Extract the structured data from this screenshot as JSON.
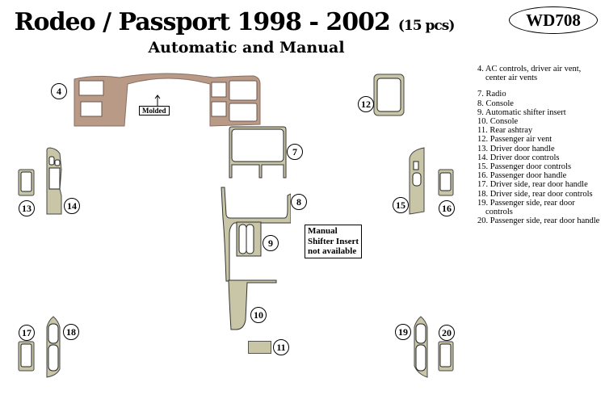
{
  "header": {
    "title": "Rodeo / Passport  1998 - 2002",
    "piece_count": "(15 pcs)",
    "subtitle": "Automatic and Manual",
    "kit_code": "WD708"
  },
  "legend": {
    "items": [
      "4. AC controls, driver air vent, center air vents",
      "7. Radio",
      "8. Console",
      "9. Automatic shifter insert",
      "10. Console",
      "11. Rear ashtray",
      "12. Passenger air vent",
      "13. Driver door handle",
      "14. Driver door controls",
      "15. Passenger door controls",
      "16. Passenger door handle",
      "17. Driver side, rear door handle",
      "18. Driver side, rear door controls",
      "19. Passenger side, rear door controls",
      "20. Passenger side, rear door handle"
    ]
  },
  "diagram": {
    "labels": {
      "p4": "4",
      "p7": "7",
      "p8": "8",
      "p9": "9",
      "p10": "10",
      "p11": "11",
      "p12": "12",
      "p13": "13",
      "p14": "14",
      "p15": "15",
      "p16": "16",
      "p17": "17",
      "p18": "18",
      "p19": "19",
      "p20": "20"
    },
    "model_tag": "Molded",
    "note_lines": [
      "Manual",
      "Shifter Insert",
      "not available"
    ],
    "colors": {
      "part_fill": "#c9c6a8",
      "wood_fill": "#b89a86"
    }
  }
}
